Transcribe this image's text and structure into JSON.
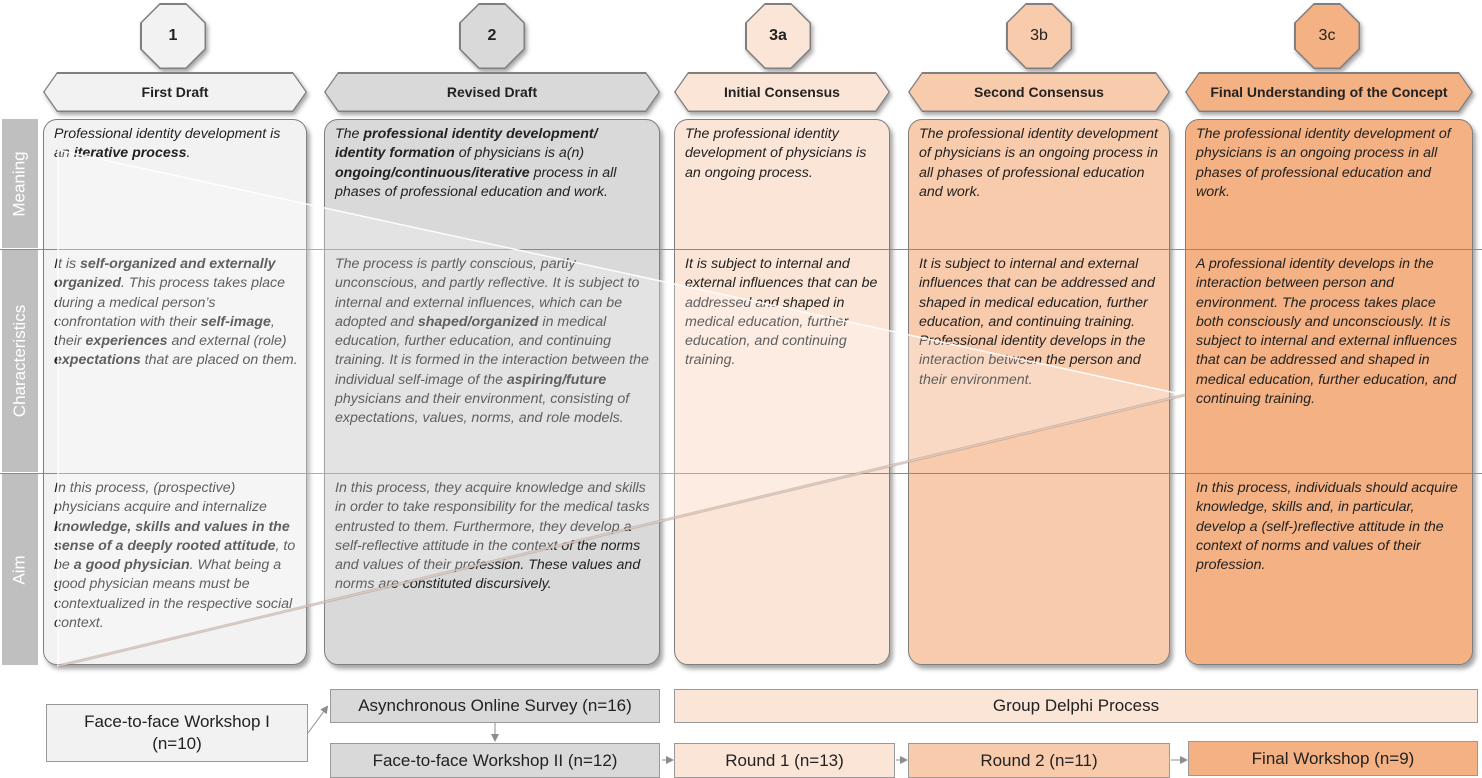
{
  "stages": [
    {
      "number": "1",
      "title": "First Draft",
      "color": "#f2f2f2",
      "meaning": "Professional identity development is an <b>iterative process</b>.",
      "characteristics": "It is <b>self-organized and externally organized</b>. This process takes place during a medical person’s confrontation with their <b>self-image</b>, their <b>experiences</b> and external (role) <b>expectations</b> that are placed on them.",
      "aim": "In this process, (prospective) physicians acquire and internalize <b>knowledge, skills and values in the sense of a deeply rooted attitude</b>, to be <b>a good physician</b>. What being a good physician means must be contextualized in the respective social context."
    },
    {
      "number": "2",
      "title": "Revised Draft",
      "color": "#d9d9d9",
      "meaning": "The <b>professional identity development/ identity formation</b> of physicians is a(n) <b>ongoing/continuous/iterative</b> process in all phases of professional education and work.",
      "characteristics": "The process is partly conscious, partly unconscious, and partly reflective. It is subject to internal and external influences, which can be adopted and <b>shaped/organized</b> in medical education, further education, and continuing training. It is formed in the interaction between the individual self-image of the <b>aspiring/future</b> physicians and their environment, consisting of expectations, values, norms, and role models.",
      "aim": "In this process, they acquire knowledge and skills in order to take responsibility for the medical tasks entrusted to them. Furthermore, they develop a self-reflective attitude in the context of the norms and values of their profession. These values and norms are constituted discursively."
    },
    {
      "number": "3a",
      "title": "Initial Consensus",
      "color": "#fbe5d6",
      "meaning": "The professional identity development of physicians is an ongoing process.",
      "characteristics": "It is subject to internal and external influences that can be addressed and shaped in medical education, further education, and continuing training.",
      "aim": ""
    },
    {
      "number": "3b",
      "title": "Second Consensus",
      "color": "#f8cbad",
      "meaning": "The professional identity development of physicians is an ongoing process in all phases of professional education and work.",
      "characteristics": "It is subject to internal and external influences that can be addressed and shaped in medical education, further education, and continuing training.<br>Professional identity develops in the interaction between the person and their environment.",
      "aim": ""
    },
    {
      "number": "3c",
      "title": "Final Understanding of the Concept",
      "color": "#f4b183",
      "meaning": "The professional identity development of physicians is an ongoing process in all phases of professional education and work.",
      "characteristics": "A professional identity develops in the interaction between person and environment. The process takes place both consciously and unconsciously. It is subject to internal and external influences that can be addressed and shaped in medical education, further education, and continuing training.",
      "aim": "In this process, individuals should acquire knowledge, skills and, in particular, develop a (self-)reflective attitude in the context of norms and values of their profession."
    }
  ],
  "row_labels": {
    "meaning": "Meaning",
    "characteristics": "Characteristics",
    "aim": "Aim"
  },
  "flow": {
    "workshop1": "Face-to-face Workshop I (n=10)",
    "survey": "Asynchronous Online Survey (n=16)",
    "workshop2": "Face-to-face Workshop II (n=12)",
    "delphi": "Group Delphi Process",
    "round1": "Round 1 (n=13)",
    "round2": "Round 2 (n=11)",
    "final": "Final Workshop (n=9)"
  },
  "colors": {
    "row_label_bg": "#bfbfbf",
    "border": "#7f7f7f"
  }
}
